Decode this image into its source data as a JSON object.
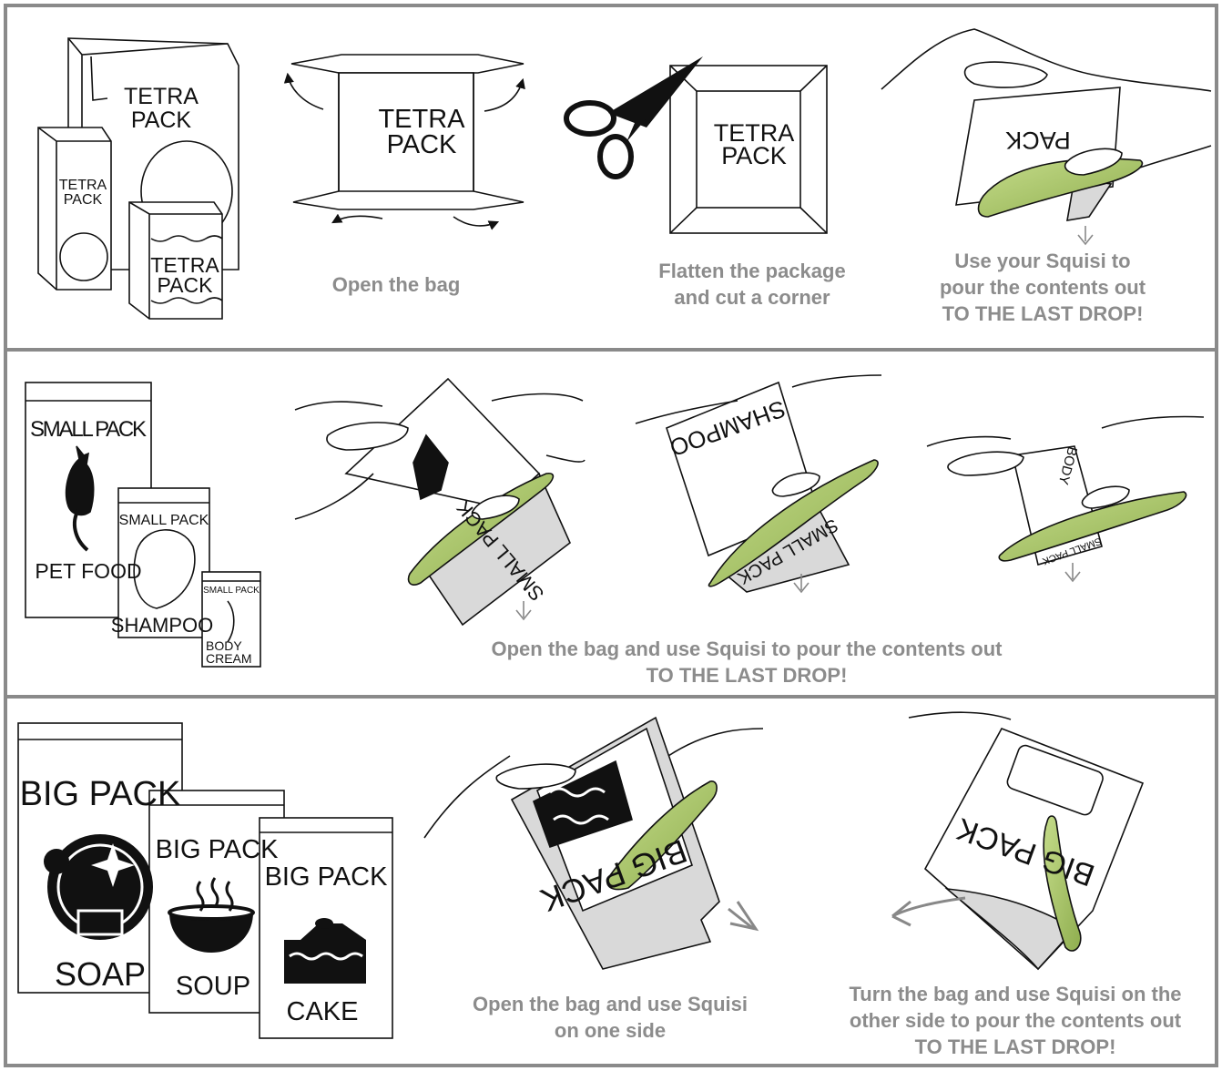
{
  "panels": [
    {
      "id": "tetra",
      "package_labels": {
        "tetra": [
          "TETRA",
          "PACK"
        ]
      },
      "captions": {
        "open": "Open the bag",
        "flatten": [
          "Flatten the package",
          "and cut a corner"
        ],
        "use": [
          "Use your Squisi to",
          "pour the contents out",
          "TO THE LAST DROP!"
        ]
      }
    },
    {
      "id": "small",
      "package_labels": {
        "title": "SMALL PACK",
        "pet": "PET FOOD",
        "shampoo": "SHAMPOO",
        "body": [
          "BODY",
          "CREAM"
        ]
      },
      "captions": {
        "main": [
          "Open the bag and use Squisi to pour the contents out",
          "TO THE LAST DROP!"
        ]
      }
    },
    {
      "id": "big",
      "package_labels": {
        "title": "BIG PACK",
        "soap": "SOAP",
        "soup": "SOUP",
        "cake": "CAKE"
      },
      "captions": {
        "one_side": [
          "Open the bag and use Squisi",
          "on one side"
        ],
        "turn": [
          "Turn the bag and use Squisi on the",
          "other side to pour the contents out",
          "TO THE LAST DROP!"
        ]
      }
    }
  ],
  "colors": {
    "border": "#8a8a8a",
    "caption": "#8c8c8c",
    "squisi": "#a8c46a",
    "bag_fill": "#d9d9d9"
  }
}
